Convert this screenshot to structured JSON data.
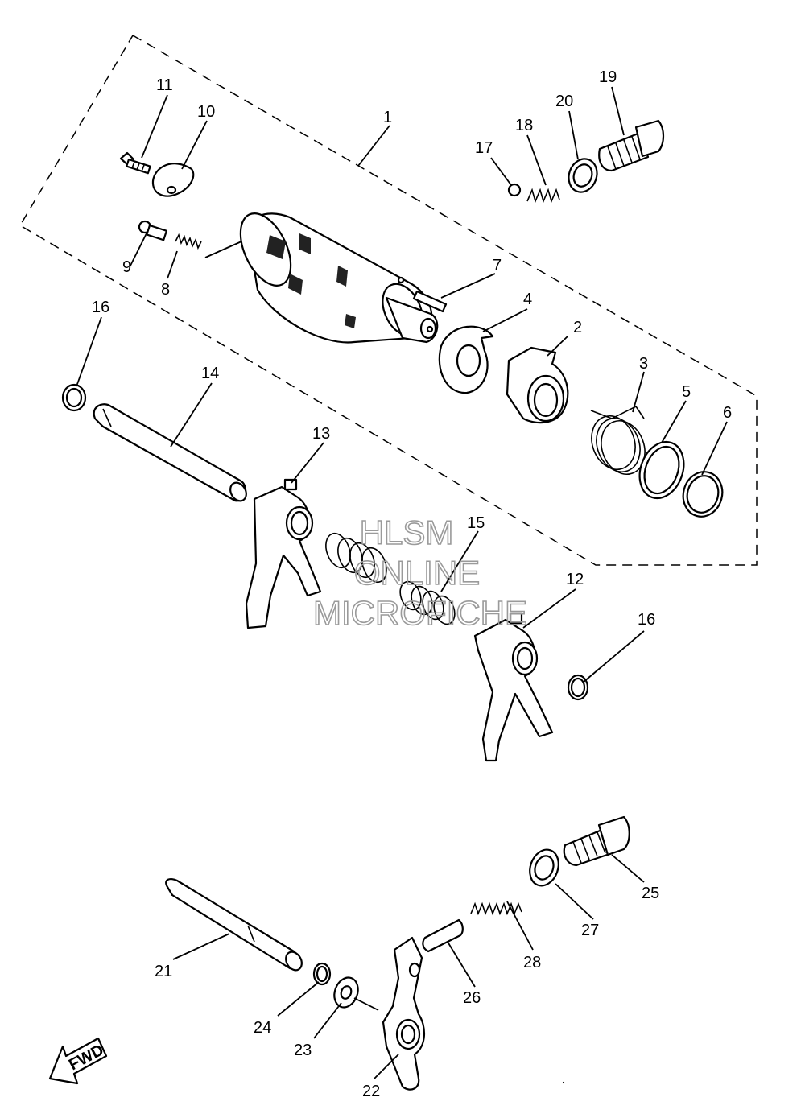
{
  "callouts": [
    {
      "id": "c1",
      "text": "1"
    },
    {
      "id": "c2",
      "text": "2"
    },
    {
      "id": "c3",
      "text": "3"
    },
    {
      "id": "c4",
      "text": "4"
    },
    {
      "id": "c5",
      "text": "5"
    },
    {
      "id": "c6",
      "text": "6"
    },
    {
      "id": "c7",
      "text": "7"
    },
    {
      "id": "c8",
      "text": "8"
    },
    {
      "id": "c9",
      "text": "9"
    },
    {
      "id": "c10",
      "text": "10"
    },
    {
      "id": "c11",
      "text": "11"
    },
    {
      "id": "c12",
      "text": "12"
    },
    {
      "id": "c13",
      "text": "13"
    },
    {
      "id": "c14",
      "text": "14"
    },
    {
      "id": "c15",
      "text": "15"
    },
    {
      "id": "c16a",
      "text": "16"
    },
    {
      "id": "c16b",
      "text": "16"
    },
    {
      "id": "c17",
      "text": "17"
    },
    {
      "id": "c18",
      "text": "18"
    },
    {
      "id": "c19",
      "text": "19"
    },
    {
      "id": "c20",
      "text": "20"
    },
    {
      "id": "c21",
      "text": "21"
    },
    {
      "id": "c22",
      "text": "22"
    },
    {
      "id": "c23",
      "text": "23"
    },
    {
      "id": "c24",
      "text": "24"
    },
    {
      "id": "c25",
      "text": "25"
    },
    {
      "id": "c26",
      "text": "26"
    },
    {
      "id": "c27",
      "text": "27"
    },
    {
      "id": "c28",
      "text": "28"
    }
  ],
  "watermark": {
    "line1": "HLSM",
    "line2": "ONLINE",
    "line3": "MICROFICHE"
  },
  "fwd_label": "FWD",
  "colors": {
    "line": "#000000",
    "watermark": "#9a9a9a",
    "background": "#ffffff"
  }
}
